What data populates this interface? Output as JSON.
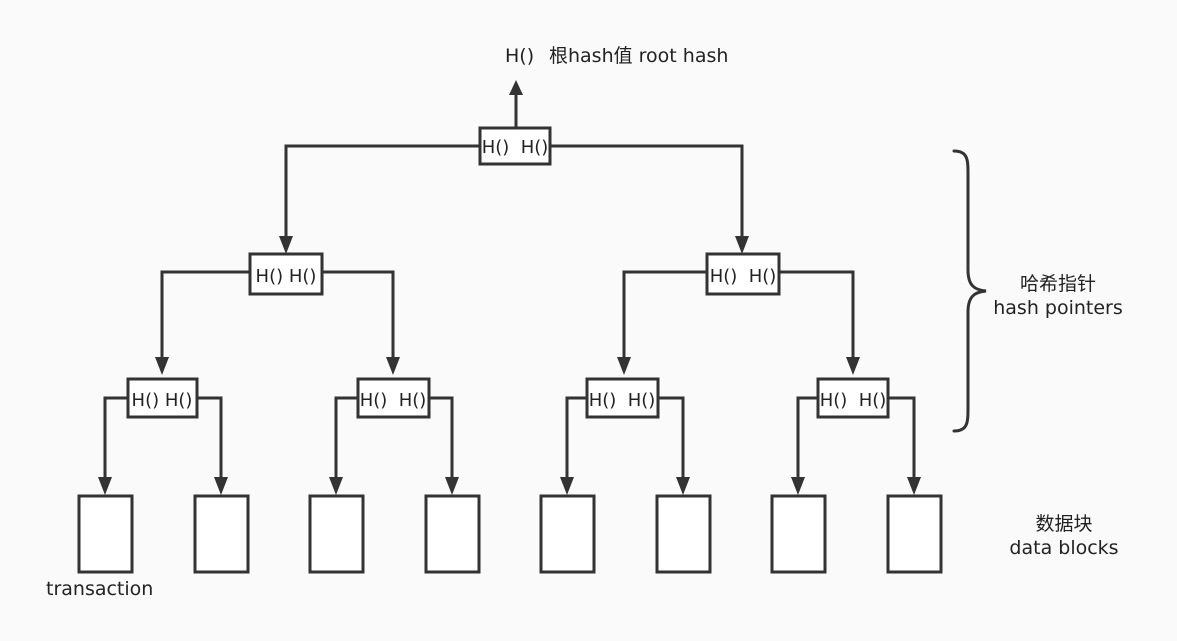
{
  "root": {
    "label_h": "H()",
    "label_desc": "根hash值 root hash",
    "node_text": "H()  H()"
  },
  "level2": [
    {
      "text": "H() H()"
    },
    {
      "text": "H()  H()"
    }
  ],
  "level3": [
    {
      "text": "H() H()"
    },
    {
      "text": "H()  H()"
    },
    {
      "text": "H()  H()"
    },
    {
      "text": "H()  H()"
    }
  ],
  "brace_label": {
    "zh": "哈希指针",
    "en": "hash pointers"
  },
  "blocks_label": {
    "zh": "数据块",
    "en": "data blocks"
  },
  "transaction_label": "transaction",
  "colors": {
    "stroke": "#333333",
    "fill": "#ffffff",
    "background": "#fafafa",
    "text": "#222222"
  }
}
